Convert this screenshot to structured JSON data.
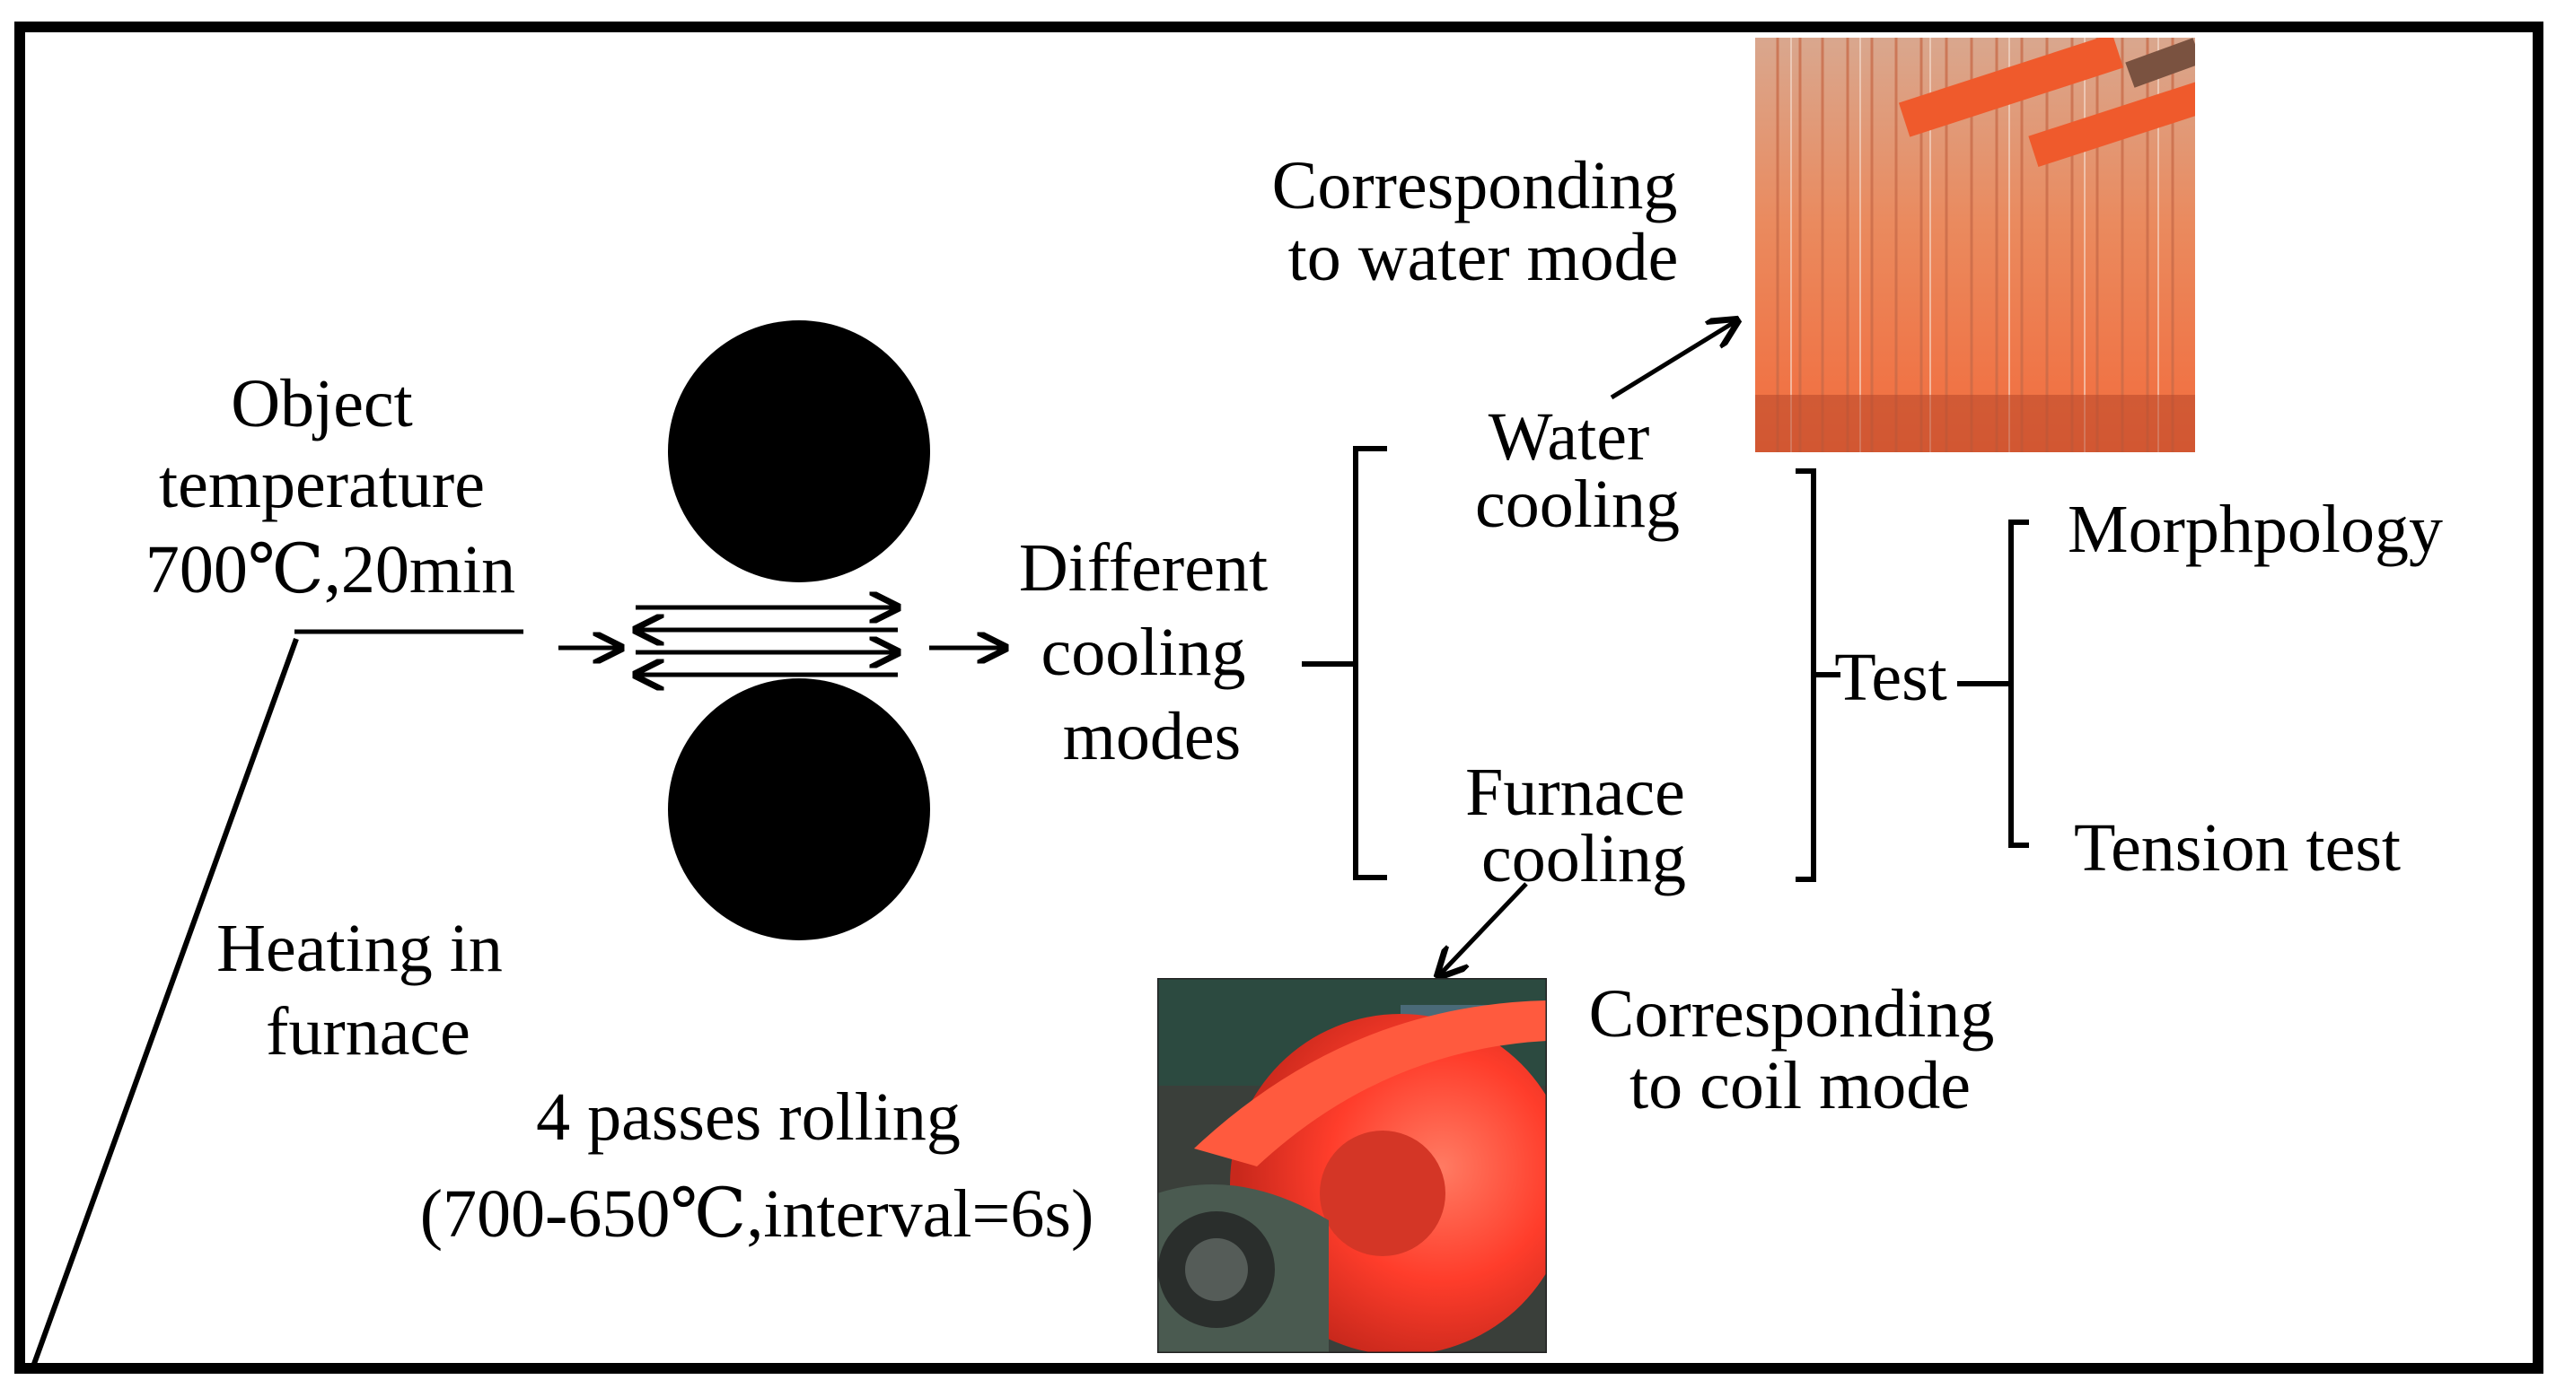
{
  "labels": {
    "object_temp_line1": "Object",
    "object_temp_line2": "temperature",
    "object_temp_line3": "700℃,20min",
    "heating_line1": "Heating in",
    "heating_line2": "furnace",
    "rolling_line1": "4 passes rolling",
    "rolling_line2": "(700-650℃,interval=6s)",
    "cooling_modes_line1": "Different",
    "cooling_modes_line2": "cooling",
    "cooling_modes_line3": "modes",
    "water_cooling_line1": "Water",
    "water_cooling_line2": "cooling",
    "furnace_cooling_line1": "Furnace",
    "furnace_cooling_line2": "cooling",
    "water_mode_line1": "Corresponding",
    "water_mode_line2": "to water mode",
    "coil_mode_line1": "Corresponding",
    "coil_mode_line2": "to coil mode",
    "test": "Test",
    "morphology": "Morphpology",
    "tension_test": "Tension test"
  },
  "colors": {
    "frame": "#000000",
    "ink": "#000000",
    "water_photo_base": "#e98a62",
    "coil_photo_base": "#ff3a2a"
  }
}
